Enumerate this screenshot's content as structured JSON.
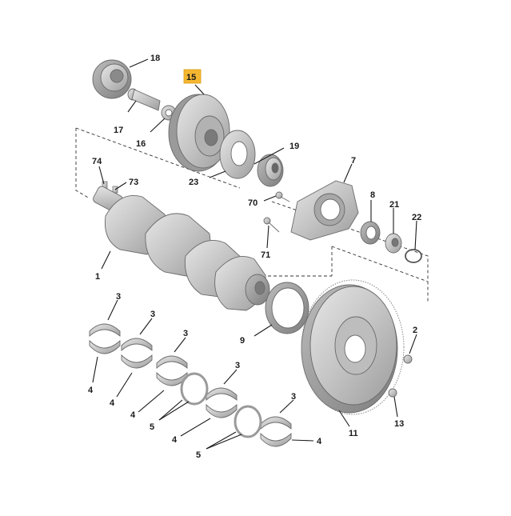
{
  "callouts": {
    "c18": "18",
    "c15": "15",
    "c17": "17",
    "c16": "16",
    "c19": "19",
    "c7": "7",
    "c74": "74",
    "c73": "73",
    "c23": "23",
    "c8": "8",
    "c70": "70",
    "c21": "21",
    "c22": "22",
    "c71": "71",
    "c1": "1",
    "c3a": "3",
    "c3b": "3",
    "c3c": "3",
    "c3d": "3",
    "c3e": "3",
    "c2": "2",
    "c9": "9",
    "c4a": "4",
    "c4b": "4",
    "c4c": "4",
    "c4d": "4",
    "c4e": "4",
    "c5a": "5",
    "c5b": "5",
    "c13": "13",
    "c11": "11"
  },
  "highlight_color": "#f5b731",
  "part_color": "#c8c8c8"
}
